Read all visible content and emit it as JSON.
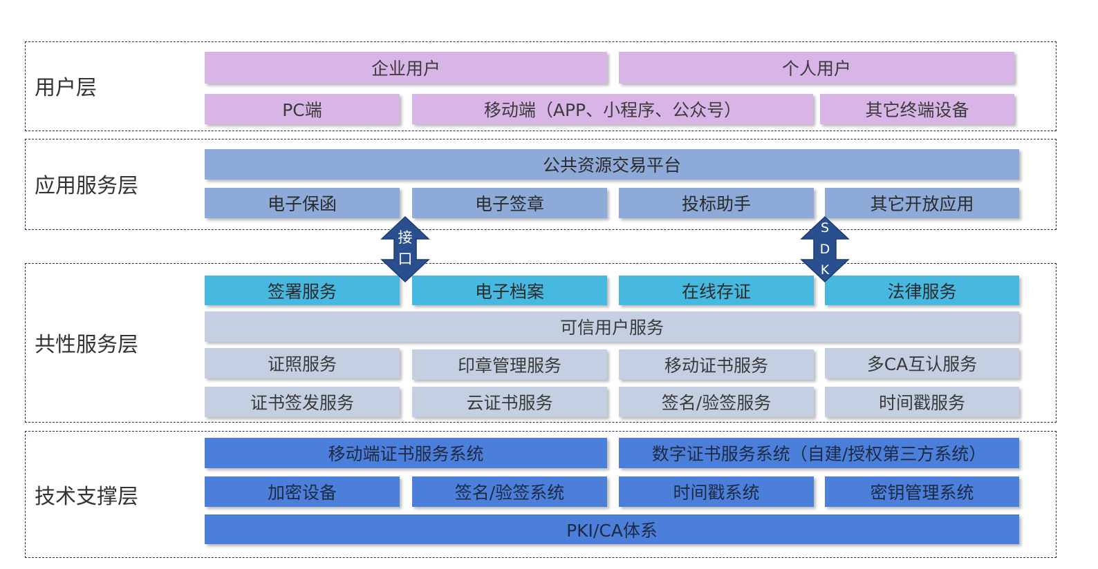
{
  "user_layer": {
    "label": "用户层",
    "row1": [
      "企业用户",
      "个人用户"
    ],
    "row2": [
      "PC端",
      "移动端（APP、小程序、公众号）",
      "其它终端设备"
    ]
  },
  "app_layer": {
    "label": "应用服务层",
    "platform": "公共资源交易平台",
    "apps": [
      "电子保函",
      "电子签章",
      "投标助手",
      "其它开放应用"
    ]
  },
  "arrows": {
    "left": [
      "接",
      "口"
    ],
    "right": [
      "S",
      "D",
      "K"
    ]
  },
  "common_layer": {
    "label": "共性服务层",
    "row1": [
      "签署服务",
      "电子档案",
      "在线存证",
      "法律服务"
    ],
    "trusted": "可信用户服务",
    "row3": [
      "证照服务",
      "印章管理服务",
      "移动证书服务",
      "多CA互认服务"
    ],
    "row4": [
      "证书签发服务",
      "云证书服务",
      "签名/验签服务",
      "时间戳服务"
    ]
  },
  "tech_layer": {
    "label": "技术支撑层",
    "row1": [
      "移动端证书服务系统",
      "数字证书服务系统（自建/授权第三方系统）"
    ],
    "row2": [
      "加密设备",
      "签名/验签系统",
      "时间戳系统",
      "密钥管理系统"
    ],
    "base": "PKI/CA体系"
  },
  "colors": {
    "user": "#d8b5e6",
    "app": "#8eaad8",
    "common_top": "#47b9e0",
    "common_pale": "#c4cfe2",
    "tech": "#4b7fda",
    "arrow": "#2a4f8f"
  }
}
